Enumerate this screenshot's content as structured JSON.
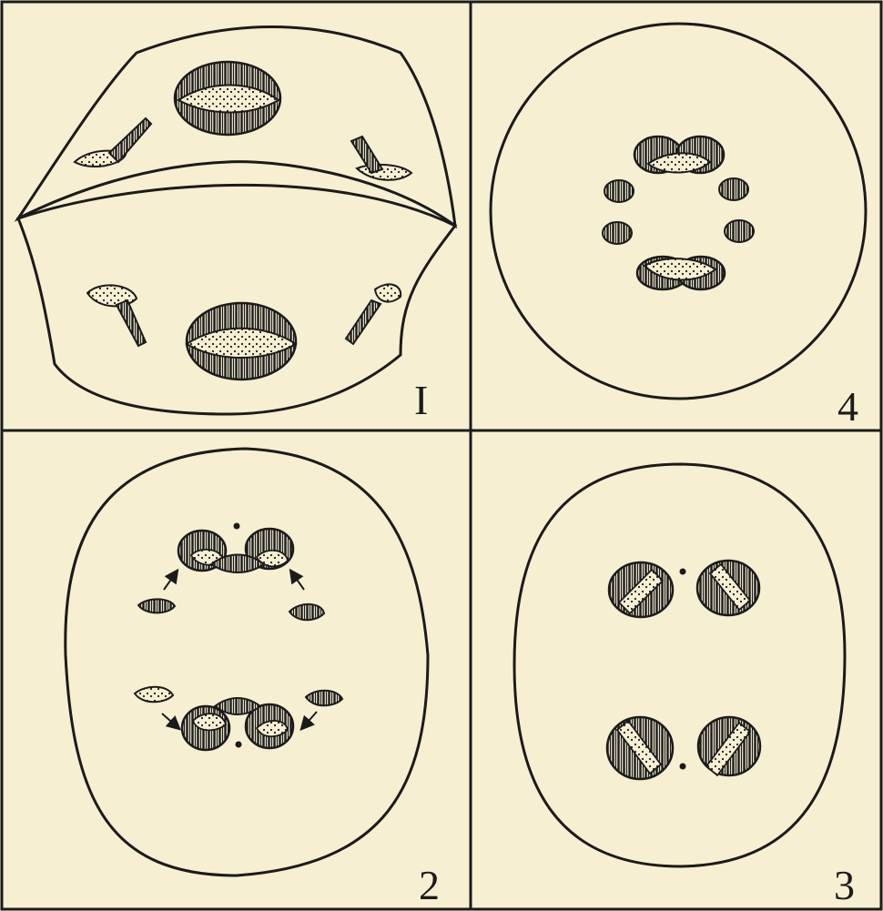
{
  "figure": {
    "colors": {
      "paper": "#f6efd2",
      "ink": "#1b1b1b"
    },
    "panels": [
      {
        "id": "panel-1",
        "number": "I"
      },
      {
        "id": "panel-4",
        "number": "4"
      },
      {
        "id": "panel-2",
        "number": "2"
      },
      {
        "id": "panel-3",
        "number": "3"
      }
    ]
  }
}
